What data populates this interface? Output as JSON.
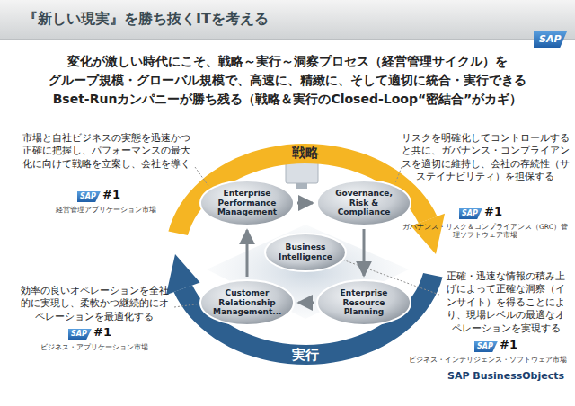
{
  "diagram": {
    "title": "『新しい現実』を勝ち抜くITを考える",
    "nodes": [
      {
        "text": [
          "Enterprise Performance Management"
        ]
      },
      {
        "text": [
          "Governance, Risk & Compliance"
        ]
      },
      {
        "text": [
          "Business Intelligence"
        ]
      },
      {
        "text": [
          "Customer Relationship Management..."
        ]
      },
      {
        "text": [
          "Enterprise Resource Planning"
        ]
      }
    ],
    "edges": [
      {
        "from": 0,
        "to": 1,
        "arrow": "to"
      },
      {
        "from": 1,
        "to": 4,
        "arrow": "to"
      },
      {
        "from": 4,
        "to": 3,
        "arrow": "to"
      },
      {
        "from": 3,
        "to": 0,
        "arrow": "to"
      }
    ],
    "labels": [
      "変化が激しい時代にこそ、戦略～実行～洞察プロセス（経営管理サイクル）を",
      "グループ規模・グローバル規模で、高速に、精緻に、そして適切に統合・実行できる",
      "Bset-Runカンパニーが勝ち残る（戦略＆実行のClosed-Loop“密結合”がカギ）",
      "戦略",
      "実行",
      "市場と自社ビジネスの実態を迅速かつ正確に把握し、パフォーマンスの最大化に向けて戦略を立案し、会社を導く",
      "SAP",
      "#1",
      "経営管理アプリケーション市場",
      "リスクを明確化してコントロールすると共に、ガバナンス・コンプライアンスを適切に維持し、会社の存続性（サステイナビリティ）を担保する",
      "SAP",
      "#1",
      "ガバナンス・リスク＆コンプライアンス（GRC）管理ソフトウェア市場",
      "効率の良いオペレーションを全社的に実現し、柔軟かつ継続的にオペレーションを最適化する",
      "SAP",
      "#1",
      "ビジネス・アプリケーション市場",
      "正確・迅速な情報の積み上げによって正確な洞察（インサイト）を得ることにより、現場レベルの最適なオペレーションを実現する",
      "SAP",
      "#1",
      "ビジネス・インテリジェンス・ソフトウェア市場",
      "SAP BusinessObjects",
      "SAP"
    ]
  }
}
